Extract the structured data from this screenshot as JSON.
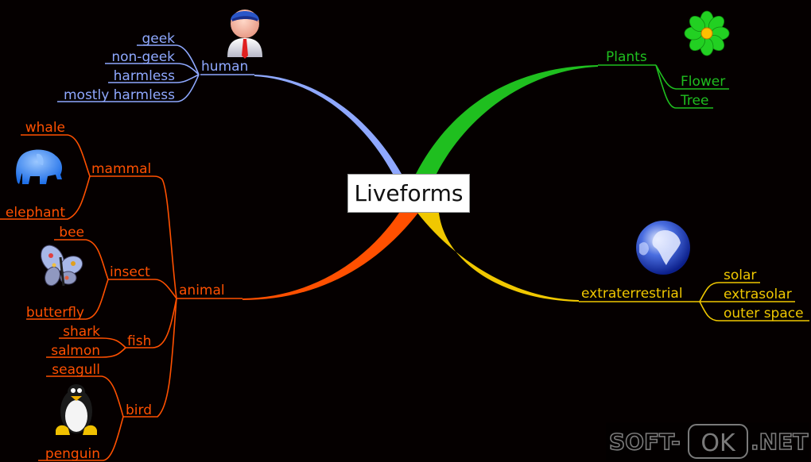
{
  "center": {
    "label": "Liveforms"
  },
  "colors": {
    "background": "#050000",
    "human": "#8fa8ff",
    "plants": "#1fbf1f",
    "extraterrestrial": "#f0c800",
    "animal": "#ff5000",
    "watermark": "#7a7a7a"
  },
  "branches": {
    "human": {
      "label": "human",
      "icon": "person-icon",
      "children": [
        "geek",
        "non-geek",
        "harmless",
        "mostly harmless"
      ]
    },
    "plants": {
      "label": "Plants",
      "icon": "flower-icon",
      "children": [
        "Flower",
        "Tree"
      ]
    },
    "extraterrestrial": {
      "label": "extraterrestrial",
      "icon": "globe-icon",
      "children": [
        "solar",
        "extrasolar",
        "outer space"
      ]
    },
    "animal": {
      "label": "animal",
      "groups": {
        "mammal": {
          "label": "mammal",
          "icon": "elephant-icon",
          "children": [
            "whale",
            "elephant"
          ]
        },
        "insect": {
          "label": "insect",
          "icon": "butterfly-icon",
          "children": [
            "bee",
            "butterfly"
          ]
        },
        "fish": {
          "label": "fish",
          "children": [
            "shark",
            "salmon"
          ]
        },
        "bird": {
          "label": "bird",
          "icon": "penguin-icon",
          "children": [
            "seagull",
            "penguin"
          ]
        }
      }
    }
  },
  "watermark": {
    "left": "SOFT-",
    "middle": "OK",
    "right": ".NET"
  }
}
